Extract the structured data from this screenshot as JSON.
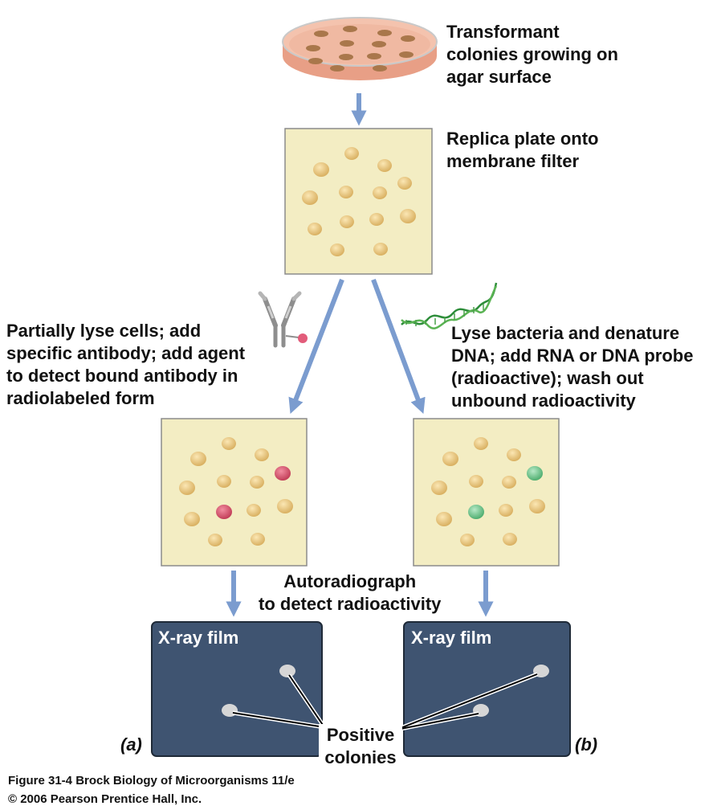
{
  "steps": {
    "transformant": "Transformant\ncolonies growing on\nagar surface",
    "replica": "Replica plate onto\nmembrane filter",
    "antibody": "Partially lyse cells; add\nspecific antibody; add agent\nto detect bound antibody in\nradiolabeled form",
    "probe": "Lyse bacteria and denature\nDNA; add RNA or DNA probe\n(radioactive); wash out\nunbound radioactivity",
    "autoradiograph": "Autoradiograph\nto detect radioactivity"
  },
  "films": {
    "left_label": "X-ray film",
    "right_label": "X-ray film",
    "positive": "Positive\ncolonies"
  },
  "panels": {
    "a": "(a)",
    "b": "(b)"
  },
  "caption": {
    "line1": "Figure 31-4  Brock Biology of Microorganisms 11/e",
    "line2": "© 2006 Pearson Prentice Hall, Inc."
  },
  "colors": {
    "arrow": "#7b9ccf",
    "filter": "#f3edc3",
    "colony": "#e7c677",
    "antibody_positive": "#d9566e",
    "probe_positive": "#72c48c",
    "film": "#3f5471",
    "film_spot": "#d6d6d6",
    "dish": "#f0b9a2"
  }
}
